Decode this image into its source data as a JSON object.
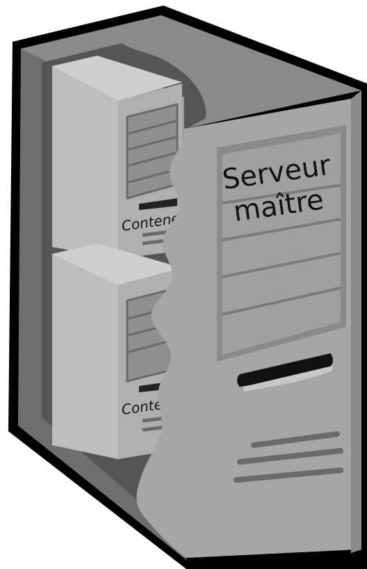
{
  "master_server": {
    "line1": "Serveur",
    "line2": "maître"
  },
  "containers": [
    {
      "label": "Contene"
    },
    {
      "label": "Contene"
    }
  ],
  "colors": {
    "outline": "#000000",
    "case_dark": "#6e6e6e",
    "case_mid": "#8a8a8a",
    "front_light": "#a6a6a6",
    "panel": "#9a9a9a",
    "side_shade": "#7a7a7a",
    "container_front": "#b4b4b4",
    "container_side": "#9c9c9c"
  }
}
